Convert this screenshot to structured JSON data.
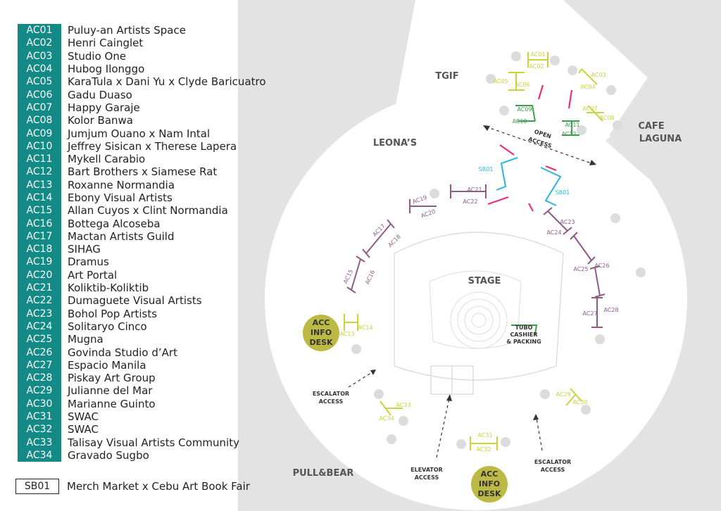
{
  "legend": {
    "items": [
      {
        "code": "AC01",
        "name": "Puluy-an Artists Space"
      },
      {
        "code": "AC02",
        "name": "Henri Cainglet"
      },
      {
        "code": "AC03",
        "name": "Studio One"
      },
      {
        "code": "AC04",
        "name": "Hubog Ilonggo"
      },
      {
        "code": "AC05",
        "name": "KaraTula x Dani Yu x Clyde Baricuatro"
      },
      {
        "code": "AC06",
        "name": "Gadu Duaso"
      },
      {
        "code": "AC07",
        "name": "Happy Garaje"
      },
      {
        "code": "AC08",
        "name": "Kolor Banwa"
      },
      {
        "code": "AC09",
        "name": "Jumjum Ouano x Nam Intal"
      },
      {
        "code": "AC10",
        "name": "Jeffrey Sisican x Therese Lapera"
      },
      {
        "code": "AC11",
        "name": "Mykell Carabio"
      },
      {
        "code": "AC12",
        "name": "Bart Brothers x Siamese Rat"
      },
      {
        "code": "AC13",
        "name": "Roxanne Normandia"
      },
      {
        "code": "AC14",
        "name": "Ebony Visual Artists"
      },
      {
        "code": "AC15",
        "name": "Allan Cuyos x Clint Normandia"
      },
      {
        "code": "AC16",
        "name": "Bottega Alcoseba"
      },
      {
        "code": "AC17",
        "name": "Mactan Artists Guild"
      },
      {
        "code": "AC18",
        "name": "SIHAG"
      },
      {
        "code": "AC19",
        "name": "Dramus"
      },
      {
        "code": "AC20",
        "name": "Art Portal"
      },
      {
        "code": "AC21",
        "name": "Koliktib-Koliktib"
      },
      {
        "code": "AC22",
        "name": "Dumaguete Visual Artists"
      },
      {
        "code": "AC23",
        "name": "Bohol Pop Artists"
      },
      {
        "code": "AC24",
        "name": "Solitaryo Cinco"
      },
      {
        "code": "AC25",
        "name": "Mugna"
      },
      {
        "code": "AC26",
        "name": "Govinda Studio d’Art"
      },
      {
        "code": "AC27",
        "name": "Espacio Manila"
      },
      {
        "code": "AC28",
        "name": "Piskay Art Group"
      },
      {
        "code": "AC29",
        "name": "Julianne del Mar"
      },
      {
        "code": "AC30",
        "name": "Marianne Guinto"
      },
      {
        "code": "AC31",
        "name": "SWAC"
      },
      {
        "code": "AC32",
        "name": "SWAC"
      },
      {
        "code": "AC33",
        "name": "Talisay Visual Artists Community"
      },
      {
        "code": "AC34",
        "name": "Gravado Sugbo"
      }
    ],
    "special": {
      "code": "SB01",
      "name": "Merch Market x Cebu Art Book Fair"
    }
  },
  "map": {
    "stores": {
      "tgif": "TGIF",
      "leonas": "LEONA’S",
      "cafe_laguna_line1": "CAFE",
      "cafe_laguna_line2": "LAGUNA",
      "pull_bear": "PULL&BEAR"
    },
    "stage": "STAGE",
    "info_desk": {
      "line1": "ACC",
      "line2": "INFO",
      "line3": "DESK"
    },
    "tubo": {
      "line1": "TUBO",
      "line2": "CASHIER",
      "line3": "& PACKING"
    },
    "access": {
      "open_line1": "OPEN",
      "open_line2": "ACCESS",
      "escalator_line1": "ESCALATOR",
      "escalator_line2": "ACCESS",
      "elevator_line1": "ELEVATOR",
      "elevator_line2": "ACCESS"
    },
    "booth_labels": {
      "AC01": "AC01",
      "AC02": "AC02",
      "AC03": "AC03",
      "AC04": "AC04",
      "AC05": "AC05",
      "AC06": "AC06",
      "AC07": "AC07",
      "AC08": "AC08",
      "AC09": "AC09",
      "AC10": "AC10",
      "AC11": "AC11",
      "AC12": "AC12",
      "AC13": "AC13",
      "AC14": "AC14",
      "AC15": "AC15",
      "AC16": "AC16",
      "AC17": "AC17",
      "AC18": "AC18",
      "AC19": "AC19",
      "AC20": "AC20",
      "AC21": "AC21",
      "AC22": "AC22",
      "AC23": "AC23",
      "AC24": "AC24",
      "AC25": "AC25",
      "AC26": "AC26",
      "AC27": "AC27",
      "AC28": "AC28",
      "AC29": "AC29",
      "AC30": "AC30",
      "AC31": "AC31",
      "AC32": "AC32",
      "AC33": "AC33",
      "AC34": "AC34",
      "SB01a": "SB01",
      "SB01b": "SB01"
    },
    "colors": {
      "teal": "#138a85",
      "yellow": "#c9d33a",
      "purple": "#8e5a86",
      "pink": "#e6307a",
      "cyan": "#29b4e3",
      "green": "#3aa04a",
      "gray": "#e3e3e3",
      "desk": "#bcb945"
    }
  }
}
